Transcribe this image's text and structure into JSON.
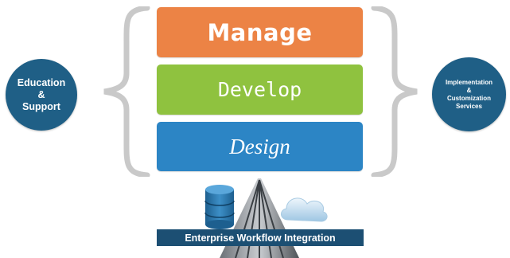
{
  "left_circle": {
    "lines": [
      "Education",
      "&",
      "Support"
    ]
  },
  "right_circle": {
    "lines": [
      "Implementation",
      "&",
      "Customization",
      "Services"
    ]
  },
  "layers": [
    {
      "label": "Manage",
      "color": "#ec8345"
    },
    {
      "label": "Develop",
      "color": "#8fc23f"
    },
    {
      "label": "Design",
      "color": "#2c85c5"
    }
  ],
  "base": {
    "label": "Enterprise Workflow Integration",
    "color": "#1c4f73"
  },
  "icons": [
    "database-icon",
    "building-icon",
    "cloud-icon"
  ]
}
